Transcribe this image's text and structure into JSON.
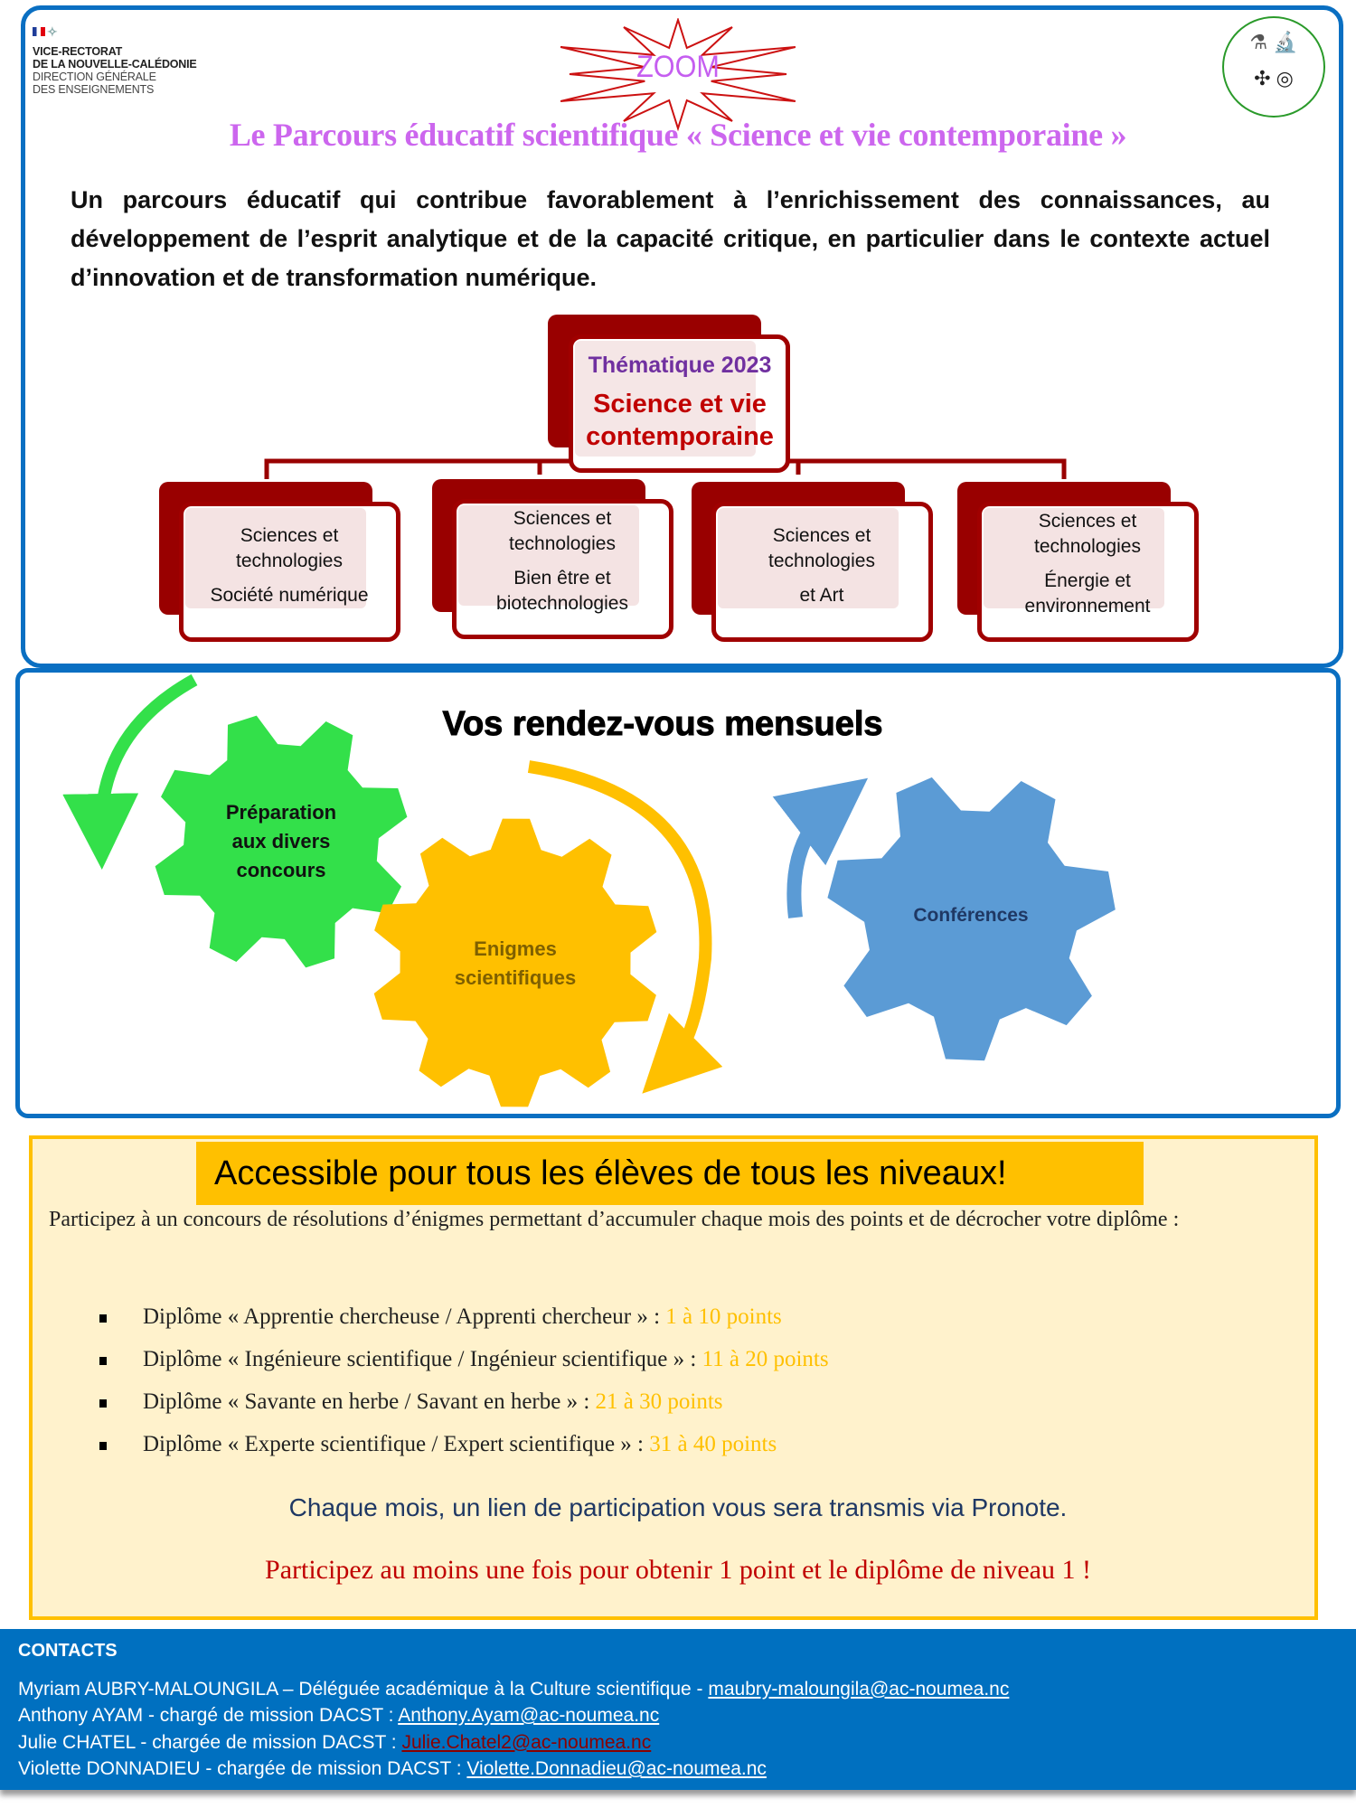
{
  "header": {
    "logo_lines": [
      "VICE-RECTORAT",
      "DE LA NOUVELLE-CALÉDONIE",
      "DIRECTION GÉNÉRALE",
      "DES ENSEIGNEMENTS"
    ],
    "zoom_badge": "ZOOM",
    "title": "Le Parcours éducatif scientifique « Science et vie contemporaine »",
    "intro": "Un parcours éducatif qui contribue favorablement à l’enrichissement des connaissances, au développement de l’esprit analytique et de la capacité critique, en particulier dans le contexte actuel d’innovation et de transformation numérique."
  },
  "theme": {
    "label": "Thématique 2023",
    "name_line1": "Science et vie",
    "name_line2": "contemporaine",
    "cards": [
      {
        "l1": "Sciences et",
        "l2": "technologies",
        "l3": "Société numérique",
        "l4": ""
      },
      {
        "l1": "Sciences et",
        "l2": "technologies",
        "l3": "Bien être et",
        "l4": "biotechnologies"
      },
      {
        "l1": "Sciences et",
        "l2": "technologies",
        "l3": "et Art",
        "l4": ""
      },
      {
        "l1": "Sciences et",
        "l2": "technologies",
        "l3": "Énergie et",
        "l4": "environnement"
      }
    ]
  },
  "rendezvous": {
    "title": "Vos rendez-vous mensuels",
    "gears": [
      {
        "l1": "Préparation",
        "l2": "aux divers",
        "l3": "concours",
        "color": "#33e04a"
      },
      {
        "l1": "Enigmes",
        "l2": "scientifiques",
        "l3": "",
        "color": "#ffc000"
      },
      {
        "l1": "Conférences",
        "l2": "",
        "l3": "",
        "color": "#5b9bd5"
      }
    ]
  },
  "contest": {
    "heading": "Accessible pour tous les élèves de tous les niveaux!",
    "intro": "Participez à un concours de résolutions d’énigmes permettant d’accumuler chaque mois des points et de décrocher votre diplôme :",
    "diplomas": [
      {
        "text": "Diplôme « Apprentie chercheuse / Apprenti chercheur » : ",
        "points": "1 à 10 points"
      },
      {
        "text": "Diplôme « Ingénieure scientifique / Ingénieur scientifique » : ",
        "points": "11 à 20 points"
      },
      {
        "text": "Diplôme « Savante en herbe / Savant en herbe » : ",
        "points": "21 à 30 points"
      },
      {
        "text": "Diplôme « Experte scientifique / Expert scientifique » : ",
        "points": "31 à 40 points"
      }
    ],
    "pronote": "Chaque mois, un lien de participation vous sera transmis via Pronote.",
    "cta": "Participez au moins une fois pour obtenir 1 point et le diplôme de niveau 1 !"
  },
  "contacts": {
    "title": "CONTACTS",
    "people": [
      {
        "text": "Myriam AUBRY-MALOUNGILA – Déléguée académique à  la Culture scientifique - ",
        "email": "maubry-maloungila@ac-noumea.nc"
      },
      {
        "text": "Anthony AYAM - chargé  de mission DACST : ",
        "email": "Anthony.Ayam@ac-noumea.nc"
      },
      {
        "text": "Julie CHATEL - chargée de mission DACST : ",
        "email": "Julie.Chatel2@ac-noumea.nc"
      },
      {
        "text": "Violette DONNADIEU - chargée de mission DACST : ",
        "email": "Violette.Donnadieu@ac-noumea.nc"
      }
    ]
  }
}
